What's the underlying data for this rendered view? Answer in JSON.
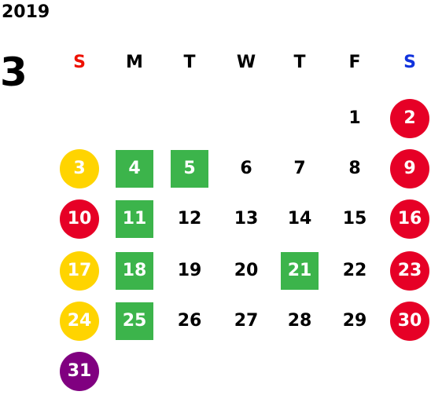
{
  "calendar": {
    "year": "2019",
    "month": "3",
    "weekdays": [
      {
        "label": "S",
        "color": "#ee1100"
      },
      {
        "label": "M",
        "color": "#000000"
      },
      {
        "label": "T",
        "color": "#000000"
      },
      {
        "label": "W",
        "color": "#000000"
      },
      {
        "label": "T",
        "color": "#000000"
      },
      {
        "label": "F",
        "color": "#000000"
      },
      {
        "label": "S",
        "color": "#1133dd"
      }
    ],
    "first_weekday_index": 5,
    "days": [
      {
        "label": "1"
      },
      {
        "label": "2",
        "shape": "circle",
        "color": "#e60026"
      },
      {
        "label": "3",
        "shape": "circle",
        "color": "#ffd400"
      },
      {
        "label": "4",
        "shape": "square",
        "color": "#3cb44b"
      },
      {
        "label": "5",
        "shape": "square",
        "color": "#3cb44b"
      },
      {
        "label": "6"
      },
      {
        "label": "7"
      },
      {
        "label": "8"
      },
      {
        "label": "9",
        "shape": "circle",
        "color": "#e60026"
      },
      {
        "label": "10",
        "shape": "circle",
        "color": "#e60026"
      },
      {
        "label": "11",
        "shape": "square",
        "color": "#3cb44b"
      },
      {
        "label": "12"
      },
      {
        "label": "13"
      },
      {
        "label": "14"
      },
      {
        "label": "15"
      },
      {
        "label": "16",
        "shape": "circle",
        "color": "#e60026"
      },
      {
        "label": "17",
        "shape": "circle",
        "color": "#ffd400"
      },
      {
        "label": "18",
        "shape": "square",
        "color": "#3cb44b"
      },
      {
        "label": "19"
      },
      {
        "label": "20"
      },
      {
        "label": "21",
        "shape": "square",
        "color": "#3cb44b"
      },
      {
        "label": "22"
      },
      {
        "label": "23",
        "shape": "circle",
        "color": "#e60026"
      },
      {
        "label": "24",
        "shape": "circle",
        "color": "#ffd400"
      },
      {
        "label": "25",
        "shape": "square",
        "color": "#3cb44b"
      },
      {
        "label": "26"
      },
      {
        "label": "27"
      },
      {
        "label": "28"
      },
      {
        "label": "29"
      },
      {
        "label": "30",
        "shape": "circle",
        "color": "#e60026"
      },
      {
        "label": "31",
        "shape": "circle",
        "color": "#800080"
      }
    ]
  }
}
